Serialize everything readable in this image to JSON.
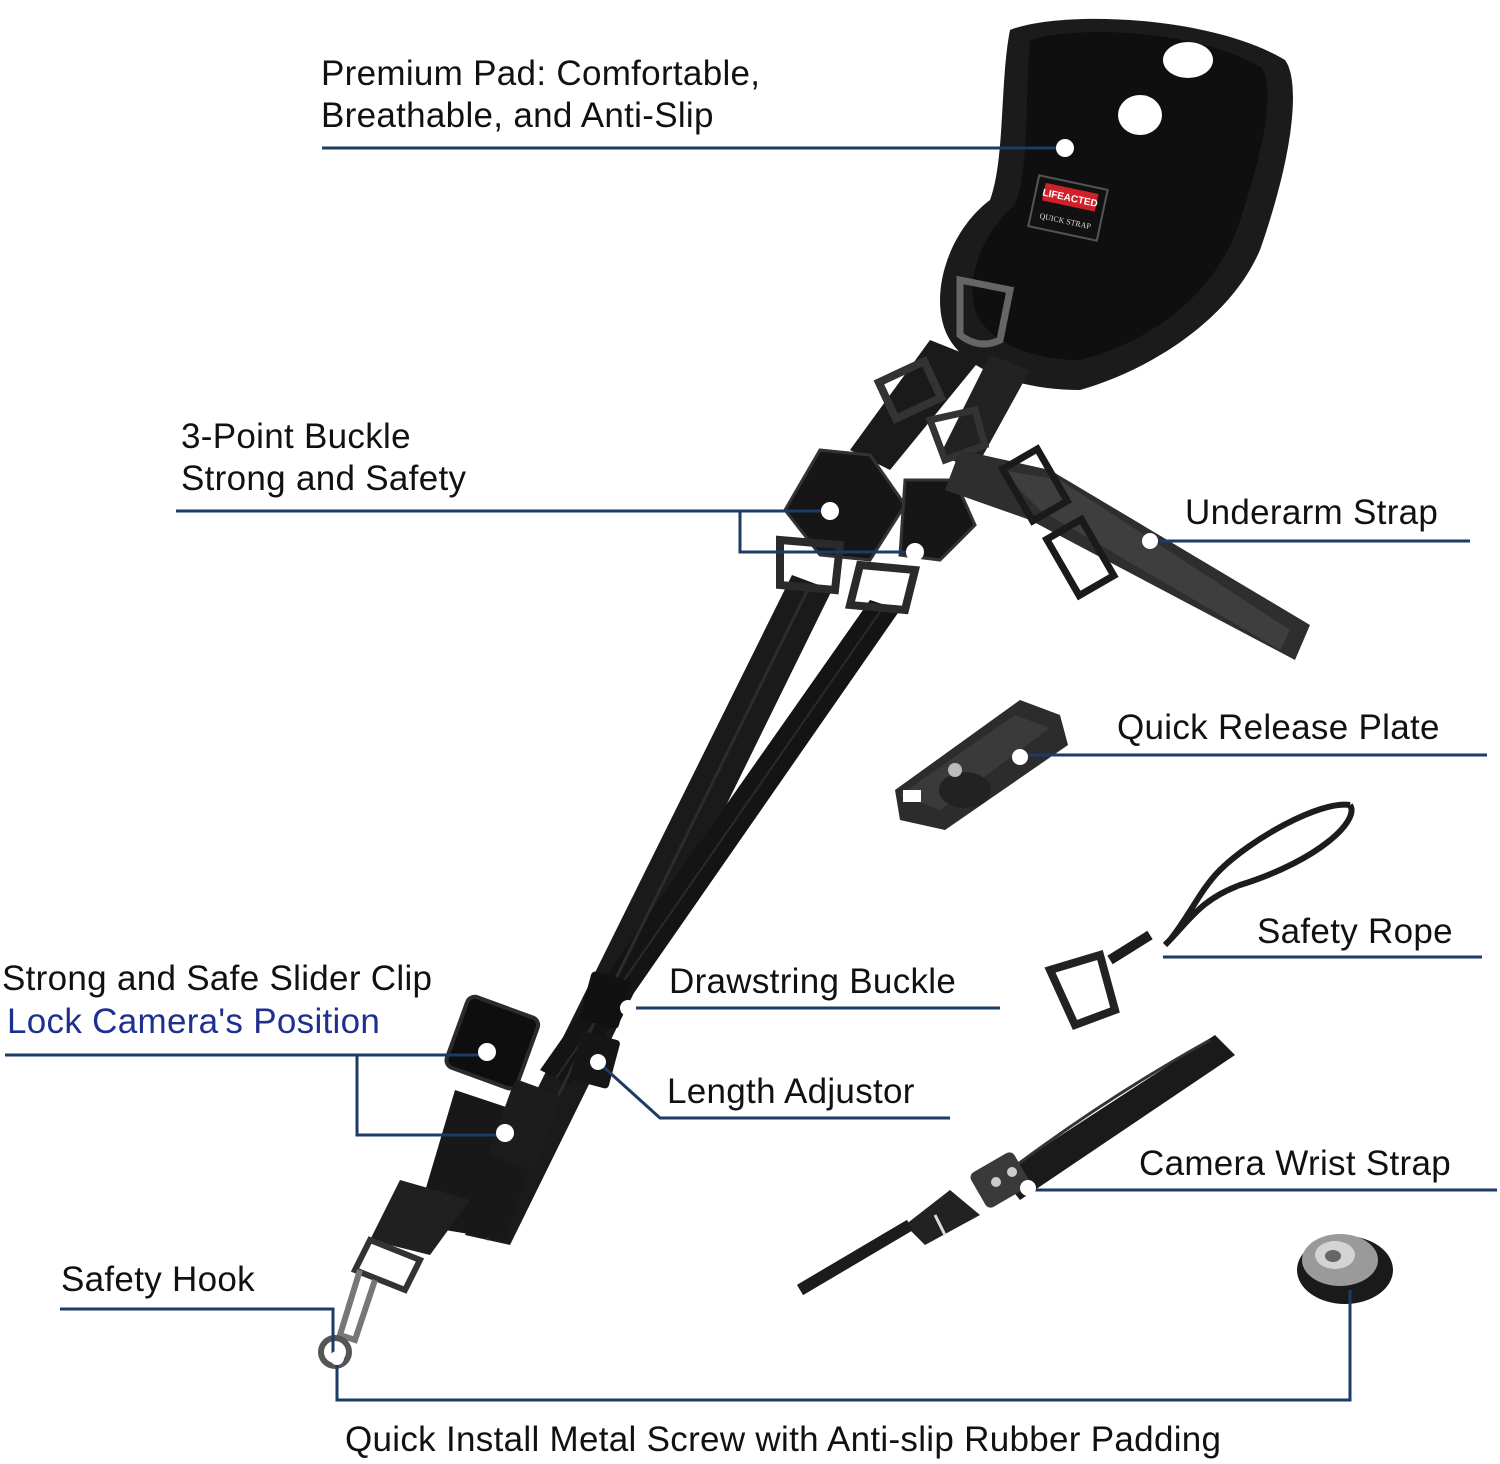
{
  "colors": {
    "leader_line": "#1e3a66",
    "accent_text": "#1f2f8f",
    "strap_black": "#1a1a1a",
    "strap_gray": "#4a4a4a",
    "logo_red": "#d0202a"
  },
  "labels": {
    "premium_pad_line1": "Premium Pad: Comfortable,",
    "premium_pad_line2": "Breathable, and Anti-Slip",
    "buckle_line1": "3-Point Buckle",
    "buckle_line2": "Strong and Safety",
    "underarm_strap": "Underarm Strap",
    "quick_release_plate": "Quick Release Plate",
    "safety_rope": "Safety Rope",
    "slider_clip_line1": "Strong and Safe Slider Clip",
    "slider_clip_line2": "Lock Camera's Position",
    "drawstring_buckle": "Drawstring Buckle",
    "length_adjustor": "Length Adjustor",
    "camera_wrist_strap": "Camera Wrist Strap",
    "safety_hook": "Safety Hook",
    "metal_screw": "Quick Install Metal Screw with Anti-slip Rubber Padding"
  },
  "logo": {
    "brand": "LIFEACTED",
    "tag": "QUICK STRAP"
  }
}
